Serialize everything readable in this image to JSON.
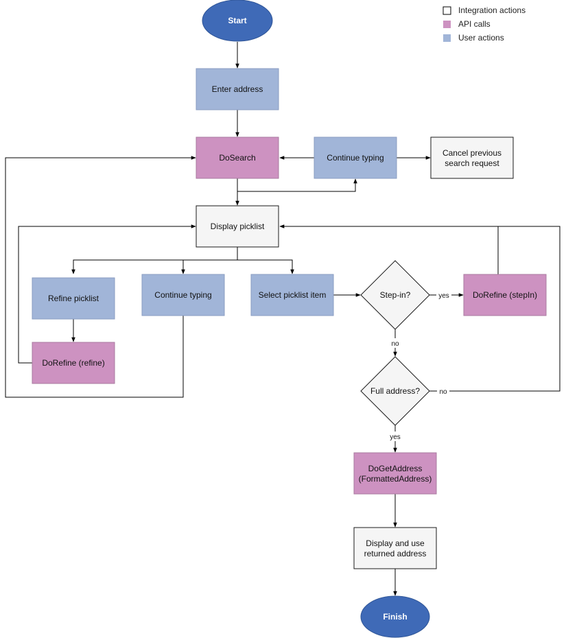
{
  "colors": {
    "integration": "#f5f5f5",
    "api": "#cd92c1",
    "user": "#a1b5d8",
    "terminal": "#3f6ab7",
    "border_integration": "#1a1a1a",
    "border_api": "#a97ba0",
    "border_user": "#8a9dc2"
  },
  "legend": {
    "integration": "Integration actions",
    "api": "API calls",
    "user": "User actions"
  },
  "nodes": {
    "start": "Start",
    "enter_address": "Enter address",
    "dosearch": "DoSearch",
    "continue_typing_top": "Continue typing",
    "cancel_line1": "Cancel previous",
    "cancel_line2": "search request",
    "display_picklist": "Display picklist",
    "refine_picklist": "Refine picklist",
    "continue_typing_mid": "Continue typing",
    "select_item": "Select picklist item",
    "stepin_question": "Step-in?",
    "dorefine_stepin": "DoRefine (stepIn)",
    "dorefine_refine": "DoRefine (refine)",
    "full_address_question": "Full address?",
    "dogetaddress_line1": "DoGetAddress",
    "dogetaddress_line2": "(FormattedAddress)",
    "display_use_line1": "Display and use",
    "display_use_line2": "returned address",
    "finish": "Finish"
  },
  "edge_labels": {
    "stepin_yes": "yes",
    "stepin_no": "no",
    "full_yes": "yes",
    "full_no": "no"
  }
}
